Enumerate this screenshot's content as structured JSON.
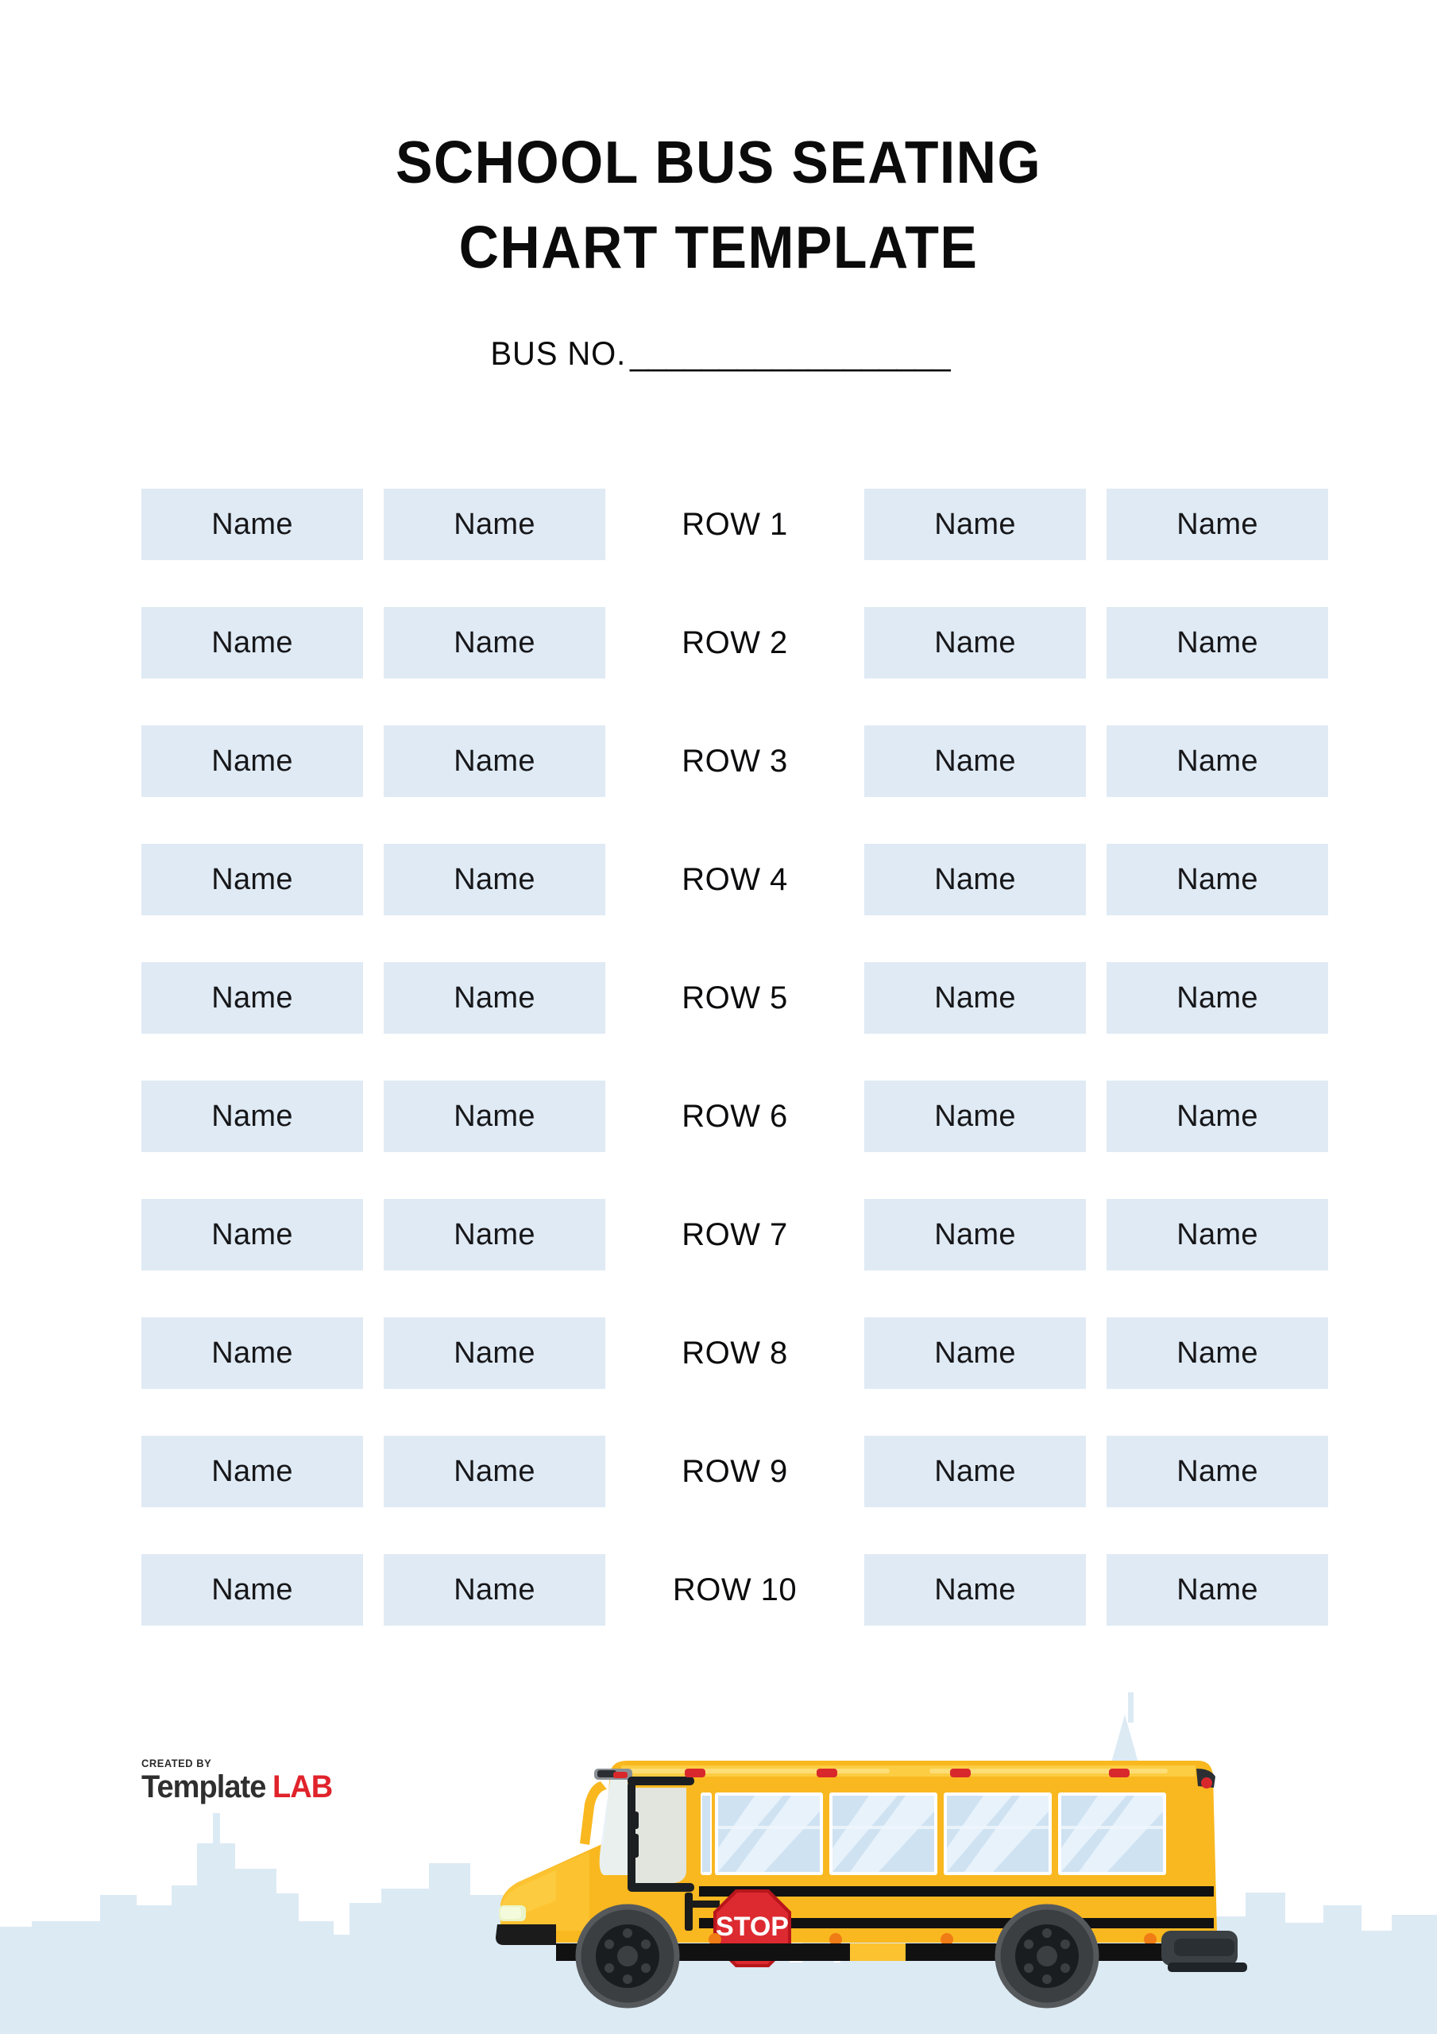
{
  "page": {
    "background_color": "#ffffff",
    "accent_box_color": "#dfeaf4",
    "skyline_color": "#dceaf4",
    "bus_yellow": "#f9b81f",
    "bus_yellow_light": "#fdc92b",
    "stop_sign_red": "#d8262c",
    "logo_red": "#e0232b"
  },
  "header": {
    "title_line_1": "SCHOOL BUS SEATING",
    "title_line_2": "CHART TEMPLATE",
    "bus_no_label": "BUS NO.",
    "bus_no_blank": "__________________",
    "bus_no_value": ""
  },
  "seating": {
    "row_count": 10,
    "seats_per_row": 4,
    "seat_placeholder": "Name",
    "rows": [
      {
        "label": "ROW 1",
        "seats": [
          "Name",
          "Name",
          "Name",
          "Name"
        ]
      },
      {
        "label": "ROW 2",
        "seats": [
          "Name",
          "Name",
          "Name",
          "Name"
        ]
      },
      {
        "label": "ROW 3",
        "seats": [
          "Name",
          "Name",
          "Name",
          "Name"
        ]
      },
      {
        "label": "ROW 4",
        "seats": [
          "Name",
          "Name",
          "Name",
          "Name"
        ]
      },
      {
        "label": "ROW 5",
        "seats": [
          "Name",
          "Name",
          "Name",
          "Name"
        ]
      },
      {
        "label": "ROW 6",
        "seats": [
          "Name",
          "Name",
          "Name",
          "Name"
        ]
      },
      {
        "label": "ROW 7",
        "seats": [
          "Name",
          "Name",
          "Name",
          "Name"
        ]
      },
      {
        "label": "ROW 8",
        "seats": [
          "Name",
          "Name",
          "Name",
          "Name"
        ]
      },
      {
        "label": "ROW 9",
        "seats": [
          "Name",
          "Name",
          "Name",
          "Name"
        ]
      },
      {
        "label": "ROW 10",
        "seats": [
          "Name",
          "Name",
          "Name",
          "Name"
        ]
      }
    ]
  },
  "footer": {
    "logo": {
      "created_by": "CREATED BY",
      "brand_first": "Template",
      "brand_second": "LAB"
    },
    "illustration": {
      "name": "school-bus-illustration",
      "stop_sign_text": "STOP",
      "window_count": 7,
      "wheel_count": 2
    }
  }
}
